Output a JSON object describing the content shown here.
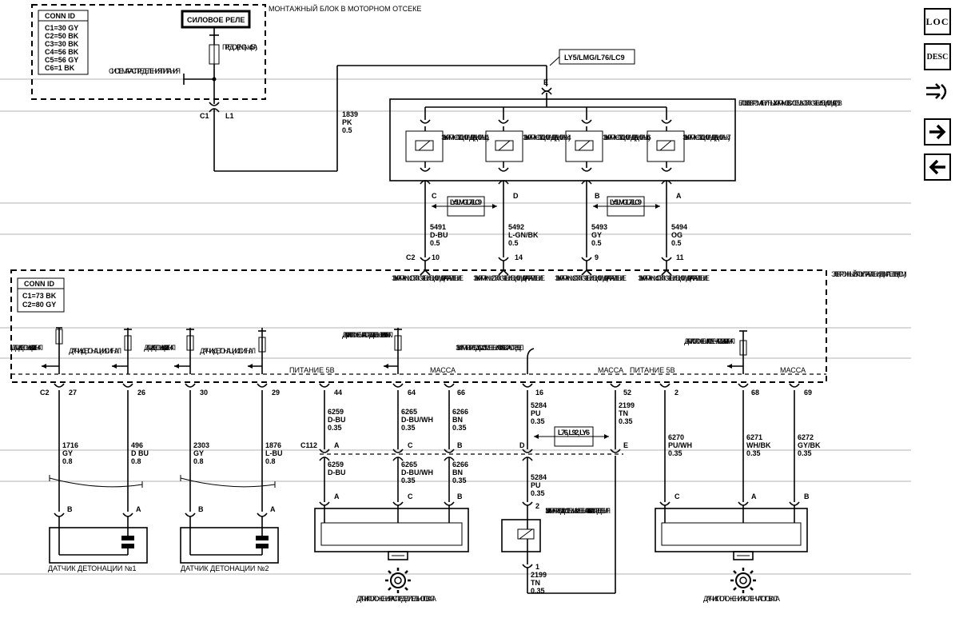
{
  "engine_box": {
    "title": "МОНТАЖНЫЙ БЛОК В МОТОРНОМ ОТСЕКЕ",
    "conn_id_header": "CONN ID",
    "conn_ids": [
      "C1=30 GY",
      "C2=50 BK",
      "C3=30 BK",
      "C4=56 BK",
      "C5=56 GY",
      "C6=1 BK"
    ],
    "relay_label": "СИЛОВОЕ РЕЛЕ",
    "fuse_label": "ПРЕДОХР. (ENG) №4 (15A)",
    "power_dist": "СИСТЕМА РАСПРЕДЕЛЕНИЯ ПИТАНИЯ",
    "connector_c1": "C1",
    "connector_l1": "L1"
  },
  "option_codes": {
    "top": "LY5/LMG/L76/LC9",
    "left": "LY5/LMG/ L76/LC9",
    "right": "LY5/LMG/ L76/LC9",
    "lower": "L76, L92, LY6"
  },
  "supply_wire": {
    "circuit": "1839",
    "color": "PK",
    "gauge": "0.5",
    "pin": "E"
  },
  "solenoid_block": {
    "title": "БЛОК ЭЛЕКТРОМАГНИТНЫХ КЛАПАНОВ СИСТЕМЫ ОТКЛЮЧЕНИЯ ЦИЛИНДРОВ",
    "valves": [
      {
        "label": "Э/М КЛАПАН ОТКЛ. ЦИЛИНДРА (ЦИЛИН. №1)",
        "pin": "C",
        "circuit": "5491",
        "color": "D-BU",
        "gauge": "0.5",
        "ecm_pin": "10",
        "ecm_label": "Э/М КЛАПАН №1 ОТКЛЮЧЕНИЯ ЦИЛИНДРА - УПРАВЛЕНИЕ"
      },
      {
        "label": "Э/М КЛАПАН ОТКЛ. ЦИЛИНДРА (ЦИЛИН. №4)",
        "pin": "D",
        "circuit": "5492",
        "color": "L-GN/BK",
        "gauge": "0.5",
        "ecm_pin": "14",
        "ecm_label": "Э/М КЛАПАН №2 ОТКЛЮЧЕНИЯ ЦИЛИНДРА - УПРАВЛЕНИЕ"
      },
      {
        "label": "Э/М КЛАПАН ОТКЛ. ЦИЛИНДРА (ЦИЛИН. №6)",
        "pin": "B",
        "circuit": "5493",
        "color": "GY",
        "gauge": "0.5",
        "ecm_pin": "9",
        "ecm_label": "Э/М КЛАПАН №3 ОТКЛЮЧЕНИЯ ЦИЛИНДРА - УПРАВЛЕНИЕ"
      },
      {
        "label": "Э/М КЛАПАН ОТКЛ. ЦИЛИНДРА (ЦИЛИН. №7)",
        "pin": "A",
        "circuit": "5494",
        "color": "OG",
        "gauge": "0.5",
        "ecm_pin": "11",
        "ecm_label": "Э/М КЛАПАН №4 ОТКЛЮЧЕНИЯ ЦИЛИНДРА - УПРАВЛЕНИЕ"
      }
    ]
  },
  "ecm": {
    "title": "ЭЛЕКТРОННЫЙ БЛОК УПРАВЛЕНИЯ ДВИГАТЕЛЕМ (ECM)",
    "conn_id_header": "CONN ID",
    "conn_ids": [
      "C1=73 BK",
      "C2=80 GY"
    ],
    "connector_c2_top": "C2",
    "connector_c2_bottom": "C2",
    "labels": {
      "knock1_signal": "ДАТЧИК ДЕТОНА- ЦИИ 1 - СИГНАЛ",
      "knock1_signal2": "ДАТЧИК ДЕТОНАЦИИ 1 - СИГНАЛ",
      "knock2_signal": "ДАТЧИК ДЕТОНА- ЦИИ 2 - СИГНАЛ",
      "knock2_signal2": "ДАТЧИК ДЕТОНАЦИИ 2 - СИГНАЛ",
      "power5v": "ПИТАНИЕ 5В",
      "cam_signal": "ДАТЧИК ПОЛОЖЕНИЯ РАСПРЕДЕ- ЛИТЕЛЬНОГО ВАЛА - СИГНАЛ",
      "ground": "МАССА",
      "vvt_label": "Э/М КЛАПАН ПРИВОДА СИСТ. ИЗМЕНЕНИЯ ФАЗ ГАЗОРАСПРЕДЕЛ.",
      "ground2": "МАССА",
      "power5v_2": "ПИТАНИЕ 5В",
      "crank_signal": "ДАТЧИК ПОЛОЖЕНИЯ КОЛЕНЧАТОГО ВАЛА - СИГНАЛ",
      "ground3": "МАССА"
    }
  },
  "ecm_pins": [
    "27",
    "26",
    "30",
    "29",
    "44",
    "64",
    "66",
    "16",
    "52",
    "2",
    "68",
    "69"
  ],
  "lower_wires": [
    {
      "circuit": "1716",
      "color": "GY",
      "gauge": "0.8"
    },
    {
      "circuit": "496",
      "color": "D BU",
      "gauge": "0.8"
    },
    {
      "circuit": "2303",
      "color": "GY",
      "gauge": "0.8"
    },
    {
      "circuit": "1876",
      "color": "L-BU",
      "gauge": "0.8"
    },
    {
      "circuit": "6259",
      "color": "D-BU",
      "gauge": "0.35"
    },
    {
      "circuit": "6265",
      "color": "D-BU/WH",
      "gauge": "0.35"
    },
    {
      "circuit": "6266",
      "color": "BN",
      "gauge": "0.35"
    },
    {
      "circuit": "5284",
      "color": "PU",
      "gauge": "0.35"
    },
    {
      "circuit": "2199",
      "color": "TN",
      "gauge": "0.35"
    },
    {
      "circuit": "6270",
      "color": "PU/WH",
      "gauge": "0.35"
    },
    {
      "circuit": "6271",
      "color": "WH/BK",
      "gauge": "0.35"
    },
    {
      "circuit": "6272",
      "color": "GY/BK",
      "gauge": "0.35"
    }
  ],
  "c112": {
    "label": "C112",
    "pins": [
      "A",
      "C",
      "B",
      "D",
      "E"
    ],
    "below": [
      {
        "circuit": "6259",
        "color": "D-BU",
        "gauge": ""
      },
      {
        "circuit": "6265",
        "color": "D-BU/WH",
        "gauge": "0.35"
      },
      {
        "circuit": "6266",
        "color": "BN",
        "gauge": "0.35"
      },
      {
        "circuit": "5284",
        "color": "PU",
        "gauge": "0.35"
      }
    ]
  },
  "components": {
    "knock1": {
      "label": "ДАТЧИК ДЕТОНАЦИИ №1",
      "pins": [
        "B",
        "A"
      ]
    },
    "knock2": {
      "label": "ДАТЧИК ДЕТОНАЦИИ №2",
      "pins": [
        "B",
        "A"
      ]
    },
    "cam": {
      "label": "ДАТЧИК ПОЛОЖЕНИЯ РАСПРЕДЕЛИТЕЛЬНОГО ВАЛА",
      "pins": [
        "A",
        "C",
        "B"
      ]
    },
    "vvt": {
      "label": "Э/М КЛАПАН ПРИВОДА СИСТЕМЫ ИЗМЕНЕНИЯ ФАЗ ГАЗО- РАСПРЕДЕЛЕНИЯ",
      "pins": [
        "2",
        "1"
      ],
      "out_circuit": "2199",
      "out_color": "TN",
      "out_gauge": "0.35"
    },
    "crank": {
      "label": "ДАТЧИК ПОЛОЖЕНИЯ КОЛЕНЧАТОГО ВАЛА",
      "pins": [
        "C",
        "A",
        "B"
      ]
    }
  },
  "nav": {
    "loc": "LOC",
    "desc": "DESC",
    "icons": [
      "wiring-icon",
      "arrow-right-icon",
      "arrow-left-icon"
    ]
  }
}
